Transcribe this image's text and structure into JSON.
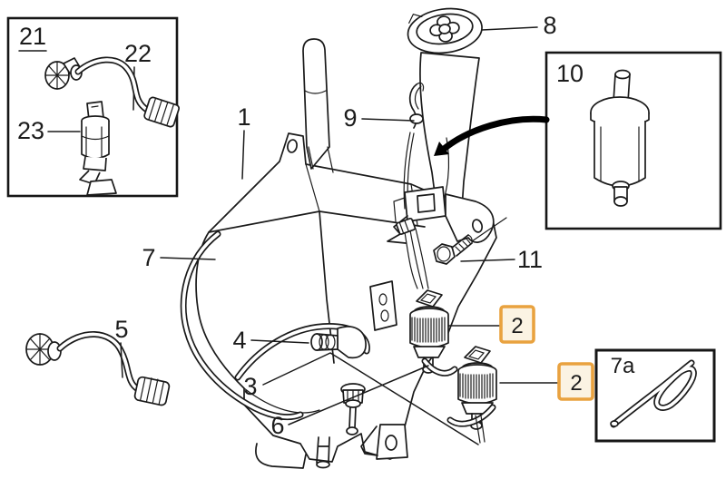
{
  "diagram": {
    "kind": "exploded-parts-line-drawing",
    "background": "#ffffff",
    "line_color": "#1a1a1a",
    "accent_border": "#E9A23F",
    "accent_fill": "#FBF3E3"
  },
  "callouts": {
    "p1": "1",
    "p2a": "2",
    "p2b": "2",
    "p3": "3",
    "p4": "4",
    "p5": "5",
    "p6": "6",
    "p7": "7",
    "p7a": "7a",
    "p8": "8",
    "p9": "9",
    "p10": "10",
    "p11": "11",
    "p21": "21",
    "p22": "22",
    "p23": "23"
  }
}
